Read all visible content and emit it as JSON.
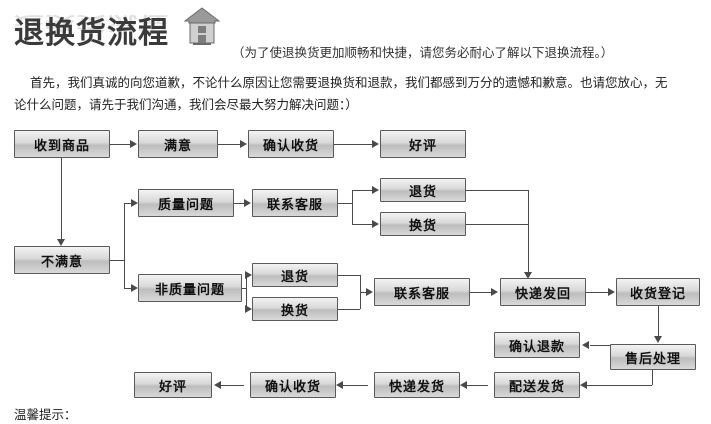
{
  "header": {
    "title": "退换货流程",
    "icon": "house-icon",
    "subtitle": "（为了使退换货更加顺畅和快捷，请您务必耐心了解以下退换流程。）",
    "paragraph_line1": "首先，我们真诚的向您道歉，不论什么原因让您需要退换货和退款，我们都感到万分的遗憾和歉意。也请您放心，无",
    "paragraph_line2": "论什么问题，请先于我们沟通，我们会尽最大努力解决问题：）"
  },
  "flow": {
    "nodes": [
      {
        "id": "n1",
        "label": "收到商品"
      },
      {
        "id": "n2",
        "label": "满意"
      },
      {
        "id": "n3",
        "label": "确认收货"
      },
      {
        "id": "n4",
        "label": "好评"
      },
      {
        "id": "n5",
        "label": "质量问题"
      },
      {
        "id": "n6",
        "label": "联系客服"
      },
      {
        "id": "n7",
        "label": "退货"
      },
      {
        "id": "n8",
        "label": "换货"
      },
      {
        "id": "n9",
        "label": "不满意"
      },
      {
        "id": "n10",
        "label": "非质量问题"
      },
      {
        "id": "n11",
        "label": "退货"
      },
      {
        "id": "n12",
        "label": "换货"
      },
      {
        "id": "n13",
        "label": "联系客服"
      },
      {
        "id": "n14",
        "label": "快递发回"
      },
      {
        "id": "n15",
        "label": "收货登记"
      },
      {
        "id": "n16",
        "label": "确认退款"
      },
      {
        "id": "n17",
        "label": "售后处理"
      },
      {
        "id": "n18",
        "label": "配送发货"
      },
      {
        "id": "n19",
        "label": "快递发货"
      },
      {
        "id": "n20",
        "label": "确认收货"
      },
      {
        "id": "n21",
        "label": "好评"
      }
    ]
  },
  "footer": {
    "tip": "温馨提示："
  },
  "colors": {
    "box_border": "#5a5a5a",
    "box_fill_light": "#f3f3f3",
    "box_fill_dark": "#bdbdbd",
    "line": "#4a4a4a",
    "title": "#3a3a3a"
  }
}
